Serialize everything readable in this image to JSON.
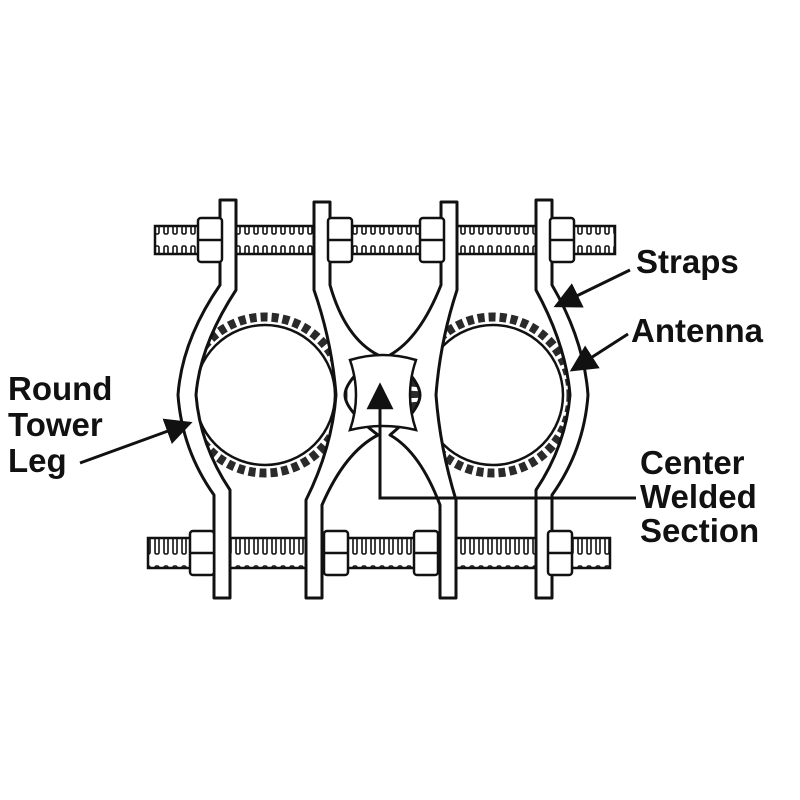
{
  "diagram": {
    "labels": {
      "straps": "Straps",
      "antenna": "Antenna",
      "round_tower_leg": [
        "Round",
        "Tower",
        "Leg"
      ],
      "center_welded_section": [
        "Center",
        "Welded",
        "Section"
      ]
    },
    "colors": {
      "ink": "#111111",
      "paper": "#ffffff",
      "pipe_texture": "#2a2a2a"
    }
  }
}
